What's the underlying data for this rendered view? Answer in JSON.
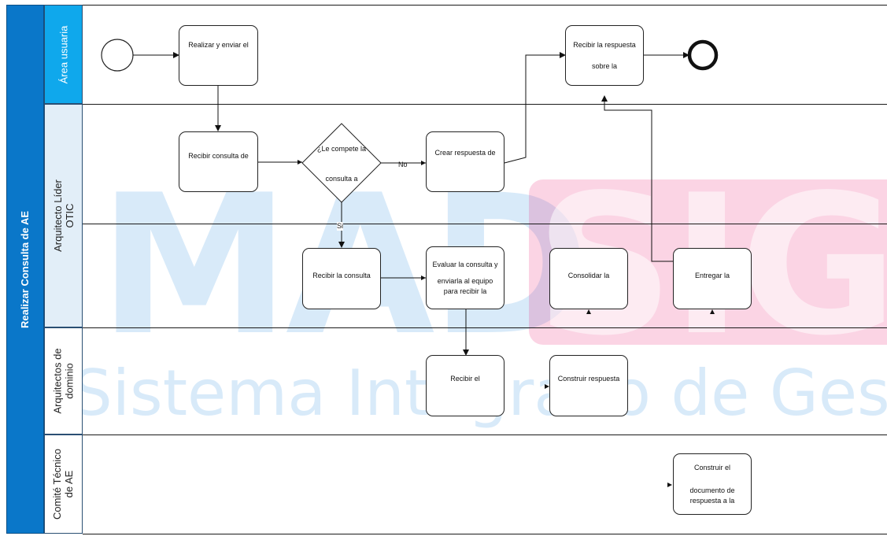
{
  "pool": {
    "title": "Realizar Consulta de AE"
  },
  "lanes": [
    {
      "label": "Área usuaria"
    },
    {
      "label": "Arquitecto Líder\nOTIC"
    },
    {
      "label": "Arquitectos de\ndominio"
    },
    {
      "label": "Comité Técnico\nde AE"
    }
  ],
  "watermark": {
    "big_left": "MAD",
    "big_right": "SIG",
    "subtitle": "Sistema Integrado de Gestión"
  },
  "tasks": {
    "realizar": "Realizar y enviar el",
    "recibir_respuesta_1": "Recibir la respuesta",
    "recibir_respuesta_2": "sobre la",
    "recibir_consulta_de": "Recibir consulta de",
    "decision_1": "¿Le compete la",
    "decision_2": "consulta a",
    "crear_respuesta": "Crear respuesta de",
    "recibir_la_consulta": "Recibir la consulta",
    "evaluar_1": "Evaluar la consulta y",
    "evaluar_2": "enviarla al equipo",
    "evaluar_3": "para recibir la",
    "consolidar": "Consolidar la",
    "entregar": "Entregar la",
    "recibir_el": "Recibir el",
    "construir_respuesta": "Construir respuesta",
    "construir_el_1": "Construir el",
    "construir_el_2": "documento de",
    "construir_el_3": "respuesta a la"
  },
  "labels": {
    "no": "No",
    "si": "Si"
  }
}
